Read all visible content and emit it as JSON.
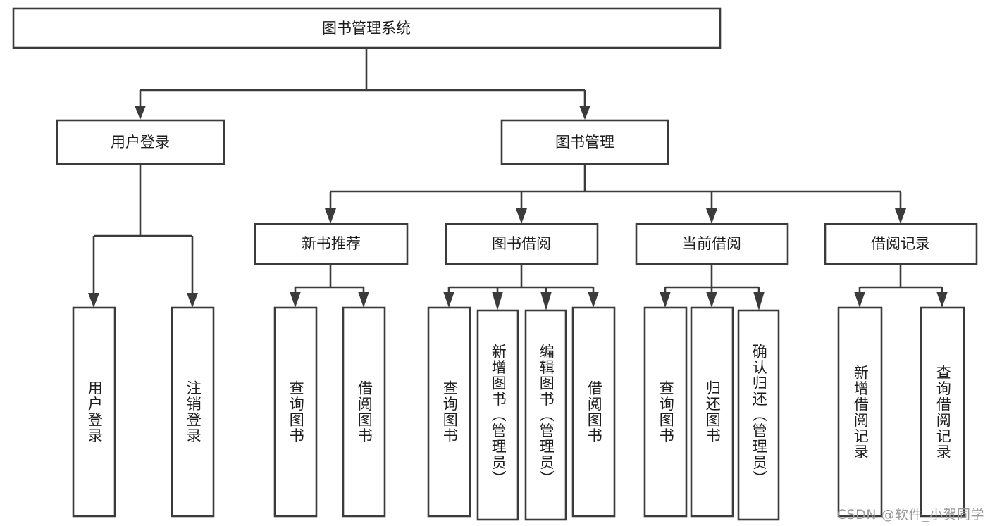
{
  "diagram": {
    "type": "tree-hierarchy-chart",
    "title": "图书管理系统",
    "watermark": "CSDN @软件_小贺同学",
    "colors": {
      "background": "#ffffff",
      "stroke": "#3b3b3b",
      "text": "#1d1d1d",
      "watermark": "#9a9a9a"
    },
    "root": {
      "label": "图书管理系统",
      "orientation": "horizontal"
    },
    "level2": [
      {
        "label": "用户登录",
        "orientation": "horizontal"
      },
      {
        "label": "图书管理",
        "orientation": "horizontal"
      }
    ],
    "level3": [
      {
        "label": "新书推荐",
        "orientation": "horizontal"
      },
      {
        "label": "图书借阅",
        "orientation": "horizontal"
      },
      {
        "label": "当前借阅",
        "orientation": "horizontal"
      },
      {
        "label": "借阅记录",
        "orientation": "horizontal"
      }
    ],
    "leaves": {
      "user_login": [
        {
          "label": "用户登录",
          "orientation": "vertical"
        },
        {
          "label": "注销登录",
          "orientation": "vertical"
        }
      ],
      "new_book_recommend": [
        {
          "label": "查询图书",
          "orientation": "vertical"
        },
        {
          "label": "借阅图书",
          "orientation": "vertical"
        }
      ],
      "book_borrow": [
        {
          "label": "查询图书",
          "orientation": "vertical"
        },
        {
          "label": "新增图书（管理员）",
          "orientation": "vertical"
        },
        {
          "label": "编辑图书（管理员）",
          "orientation": "vertical"
        },
        {
          "label": "借阅图书",
          "orientation": "vertical"
        }
      ],
      "current_borrow": [
        {
          "label": "查询图书",
          "orientation": "vertical"
        },
        {
          "label": "归还图书",
          "orientation": "vertical"
        },
        {
          "label": "确认归还（管理员）",
          "orientation": "vertical"
        }
      ],
      "borrow_record": [
        {
          "label": "新增借阅记录",
          "orientation": "vertical"
        },
        {
          "label": "查询借阅记录",
          "orientation": "vertical"
        }
      ]
    }
  }
}
